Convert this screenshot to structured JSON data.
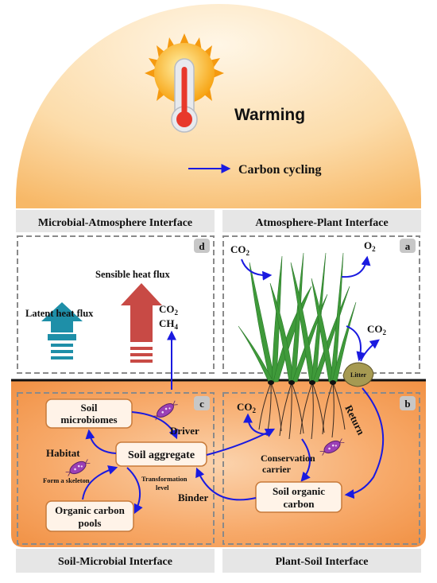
{
  "legend": {
    "title": "Warming",
    "arrow_label": "Carbon cycling"
  },
  "panels": {
    "d": {
      "letter": "d",
      "title": "Microbial-Atmosphere Interface"
    },
    "a": {
      "letter": "a",
      "title": "Atmosphere-Plant Interface"
    },
    "c": {
      "letter": "c",
      "title": "Soil-Microbial Interface"
    },
    "b": {
      "letter": "b",
      "title": "Plant-Soil Interface"
    }
  },
  "labels": {
    "sensible_heat": "Sensible heat flux",
    "latent_heat": "Latent heat flux",
    "co2_d_c": "CO",
    "co2_d_sub": "2",
    "ch4_c": "CH",
    "ch4_sub": "4",
    "co2_a_left": "CO",
    "co2_a_left_sub": "2",
    "o2": "O",
    "o2_sub": "2",
    "co2_a_right": "CO",
    "co2_a_right_sub": "2",
    "litter": "Litter",
    "co2_b": "CO",
    "co2_b_sub": "2",
    "return": "Return",
    "conservation_1": "Conservation",
    "conservation_2": "carrier",
    "driver": "Driver",
    "habitat": "Habitat",
    "form_skeleton": "Form a skeleton",
    "transformation_1": "Transformation",
    "transformation_2": "level",
    "binder": "Binder"
  },
  "boxes": {
    "soil_microbiomes_1": "Soil",
    "soil_microbiomes_2": "microbiomes",
    "soil_aggregate": "Soil aggregate",
    "organic_pools_1": "Organic carbon",
    "organic_pools_2": "pools",
    "soc_1": "Soil organic",
    "soc_2": "carbon"
  },
  "colors": {
    "carbon_arrow": "#1a1ae0",
    "sky_top": "#fde8c4",
    "sky_bottom": "#f8c07a",
    "soil": "#f6a25d",
    "latent_arrow": "#1e8fa8",
    "sensible_arrow": "#c84a45",
    "microbe": "#9b3fb5"
  },
  "icons": [
    "sun-icon",
    "thermometer-icon",
    "grass-icon",
    "litter-icon",
    "microbe-icon"
  ]
}
